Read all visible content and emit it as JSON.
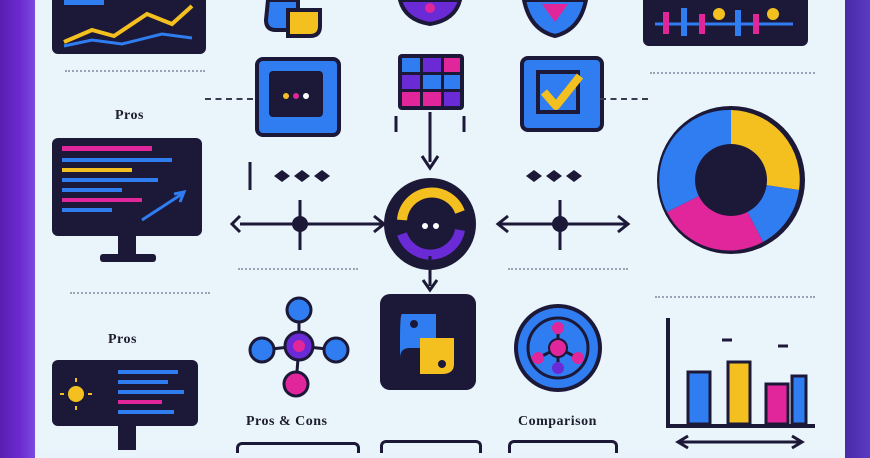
{
  "labels": {
    "pros_top": "Pros",
    "pros_bottom": "Pros",
    "pros_cons": "Pros & Cons",
    "comparison": "Comparison"
  },
  "colors": {
    "dark": "#1c1838",
    "blue": "#2f7df0",
    "pink": "#e0269a",
    "yellow": "#f4c020",
    "purple": "#6a2bd6"
  },
  "icons": [
    "chart-monitor-icon",
    "python-logo-icon",
    "lotus-icon",
    "heart-badge-icon",
    "equalizer-icon",
    "chat-window-icon",
    "grid-table-icon",
    "checkbox-icon",
    "code-monitor-icon",
    "cycle-icon",
    "donut-chart-icon",
    "network-nodes-icon",
    "python-tile-icon",
    "molecule-icon",
    "bar-chart-icon",
    "sun-monitor-icon"
  ]
}
